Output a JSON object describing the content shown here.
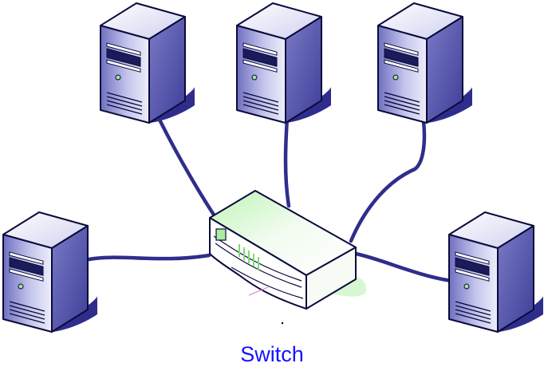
{
  "caption": "Switch",
  "colors": {
    "cable": "#2f2d8c",
    "server_outline": "#0a0a3c",
    "server_face": "#9fa0de",
    "server_side": "#5f5fb4",
    "server_top": "#e8e8f6",
    "server_shadow": "#2f2d8c",
    "switch_outline": "#0a0a3c",
    "switch_fill": "#f7fcf6",
    "switch_accent": "#a8ef9e",
    "switch_shadow": "#d7f7d2",
    "caption": "#1414ff"
  },
  "nodes": [
    {
      "name": "server-top-left",
      "icon": "server-icon"
    },
    {
      "name": "server-top-center",
      "icon": "server-icon"
    },
    {
      "name": "server-top-right",
      "icon": "server-icon"
    },
    {
      "name": "server-left",
      "icon": "server-icon"
    },
    {
      "name": "server-right",
      "icon": "server-icon"
    },
    {
      "name": "switch",
      "icon": "network-switch-icon"
    }
  ],
  "links": [
    {
      "from": "server-top-left",
      "to": "switch"
    },
    {
      "from": "server-top-center",
      "to": "switch"
    },
    {
      "from": "server-top-right",
      "to": "switch"
    },
    {
      "from": "server-left",
      "to": "switch"
    },
    {
      "from": "server-right",
      "to": "switch"
    }
  ]
}
